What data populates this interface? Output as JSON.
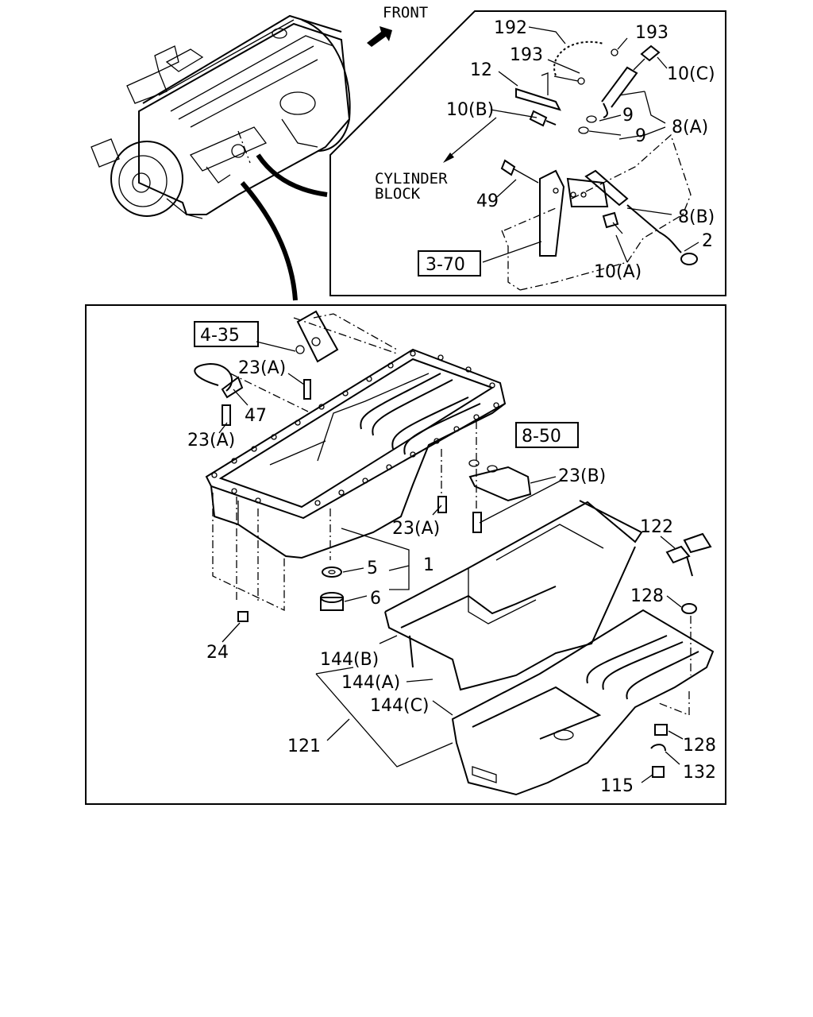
{
  "labels": {
    "front": "FRONT",
    "cylinder_block": [
      "CYLINDER",
      "BLOCK"
    ],
    "ref_3_70": "3-70",
    "ref_4_35": "4-35",
    "ref_8_50": "8-50",
    "p192": "192",
    "p193_right": "193",
    "p193_left": "193",
    "p12": "12",
    "p10c": "10(C)",
    "p10b": "10(B)",
    "p9_top": "9",
    "p9_bottom": "9",
    "p8a": "8(A)",
    "p49": "49",
    "p8b": "8(B)",
    "p2": "2",
    "p10a": "10(A)",
    "p23a_top": "23(A)",
    "p47": "47",
    "p23a_left": "23(A)",
    "p23a_mid": "23(A)",
    "p23b": "23(B)",
    "p122": "122",
    "p5": "5",
    "p1": "1",
    "p6": "6",
    "p128_top": "128",
    "p24": "24",
    "p144b": "144(B)",
    "p144a": "144(A)",
    "p144c": "144(C)",
    "p121": "121",
    "p128_bottom": "128",
    "p132": "132",
    "p115": "115"
  }
}
